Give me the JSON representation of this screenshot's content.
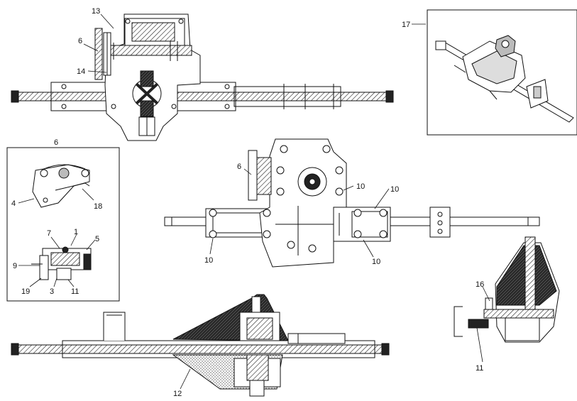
{
  "diagram": {
    "callouts": {
      "c13": "13",
      "c6_top": "6",
      "c14": "14",
      "c17": "17",
      "c6_box": "6",
      "c4": "4",
      "c18": "18",
      "c7": "7",
      "c1": "1",
      "c5": "5",
      "c9": "9",
      "c19": "19",
      "c3": "3",
      "c11_box": "11",
      "c6_mid": "6",
      "c10_a": "10",
      "c10_b": "10",
      "c10_c": "10",
      "c10_d": "10",
      "c16": "16",
      "c11_right": "11",
      "c12": "12"
    }
  }
}
